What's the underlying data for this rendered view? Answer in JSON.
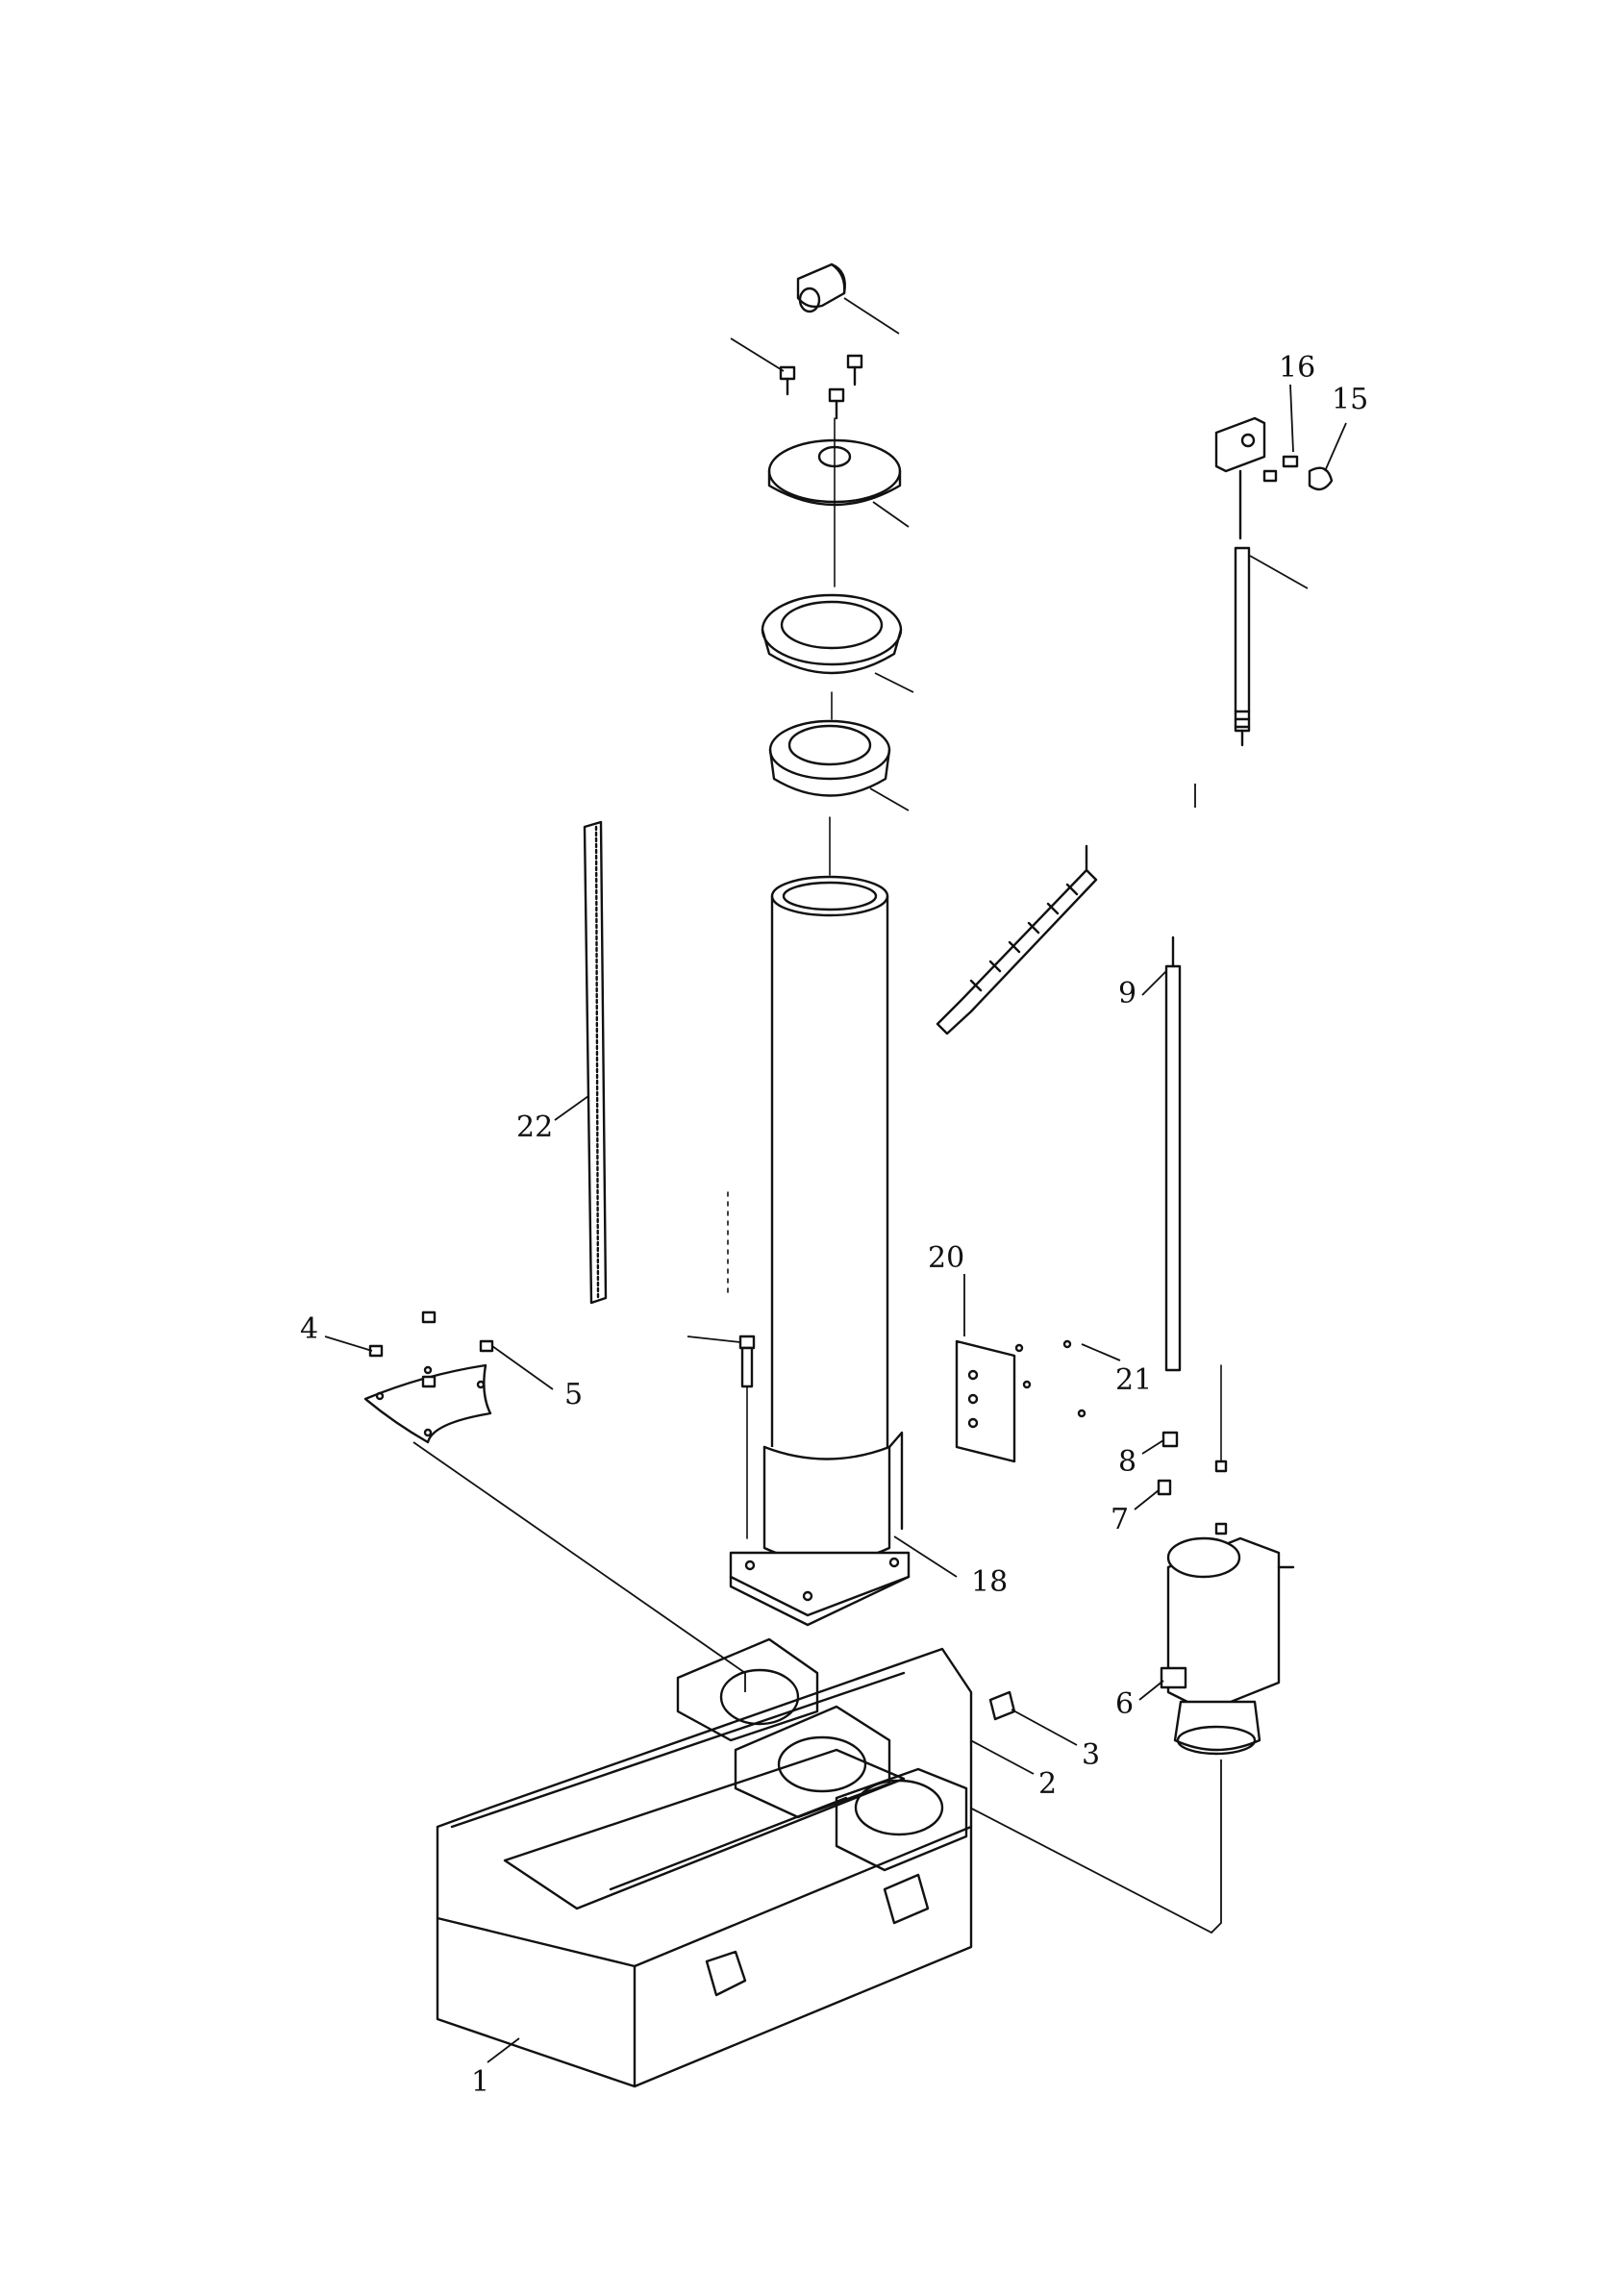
{
  "diagram": {
    "callouts": [
      {
        "id": "1",
        "label": "1"
      },
      {
        "id": "2",
        "label": "2"
      },
      {
        "id": "3",
        "label": "3"
      },
      {
        "id": "4",
        "label": "4"
      },
      {
        "id": "5",
        "label": "5"
      },
      {
        "id": "6",
        "label": "6"
      },
      {
        "id": "7",
        "label": "7"
      },
      {
        "id": "8",
        "label": "8"
      },
      {
        "id": "9",
        "label": "9"
      },
      {
        "id": "15",
        "label": "15"
      },
      {
        "id": "16",
        "label": "16"
      },
      {
        "id": "18",
        "label": "18"
      },
      {
        "id": "20",
        "label": "20"
      },
      {
        "id": "21",
        "label": "21"
      },
      {
        "id": "22",
        "label": "22"
      }
    ]
  }
}
